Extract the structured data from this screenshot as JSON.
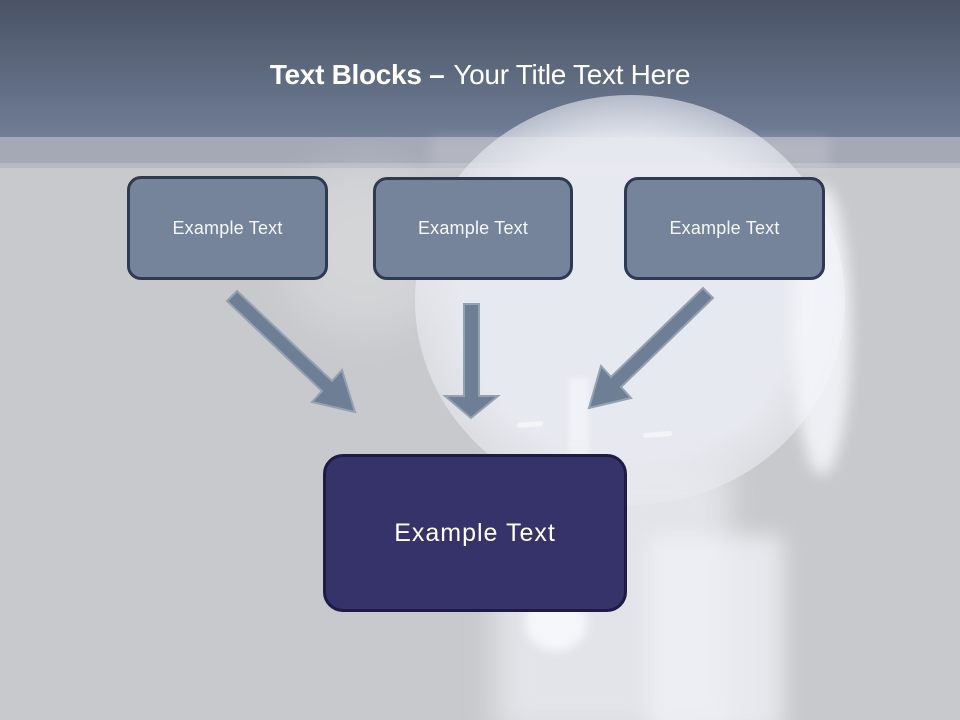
{
  "slide": {
    "header": {
      "title_bold": "Text Blocks –",
      "title_regular": "Your Title Text Here"
    },
    "blocks": {
      "top": [
        {
          "label": "Example Text"
        },
        {
          "label": "Example Text"
        },
        {
          "label": "Example Text"
        }
      ],
      "center": {
        "label": "Example Text"
      }
    },
    "icons": {
      "arrow_left": "arrow-diagonal-down-right-icon",
      "arrow_middle": "arrow-down-icon",
      "arrow_right": "arrow-diagonal-down-left-icon"
    },
    "colors": {
      "header_top": "#4a5366",
      "header_bottom": "#6f7d95",
      "band": "#a5a9b6",
      "band_edge": "#b7bac4",
      "background": "#c8c9cc",
      "block_fill": "#75839b",
      "block_border": "#2e3a50",
      "center_fill": "#36326a",
      "center_border": "#1e1b44",
      "arrow_fill": "#6e7f95",
      "arrow_stroke": "#94a1b1",
      "title_color": "#ffffff"
    }
  }
}
